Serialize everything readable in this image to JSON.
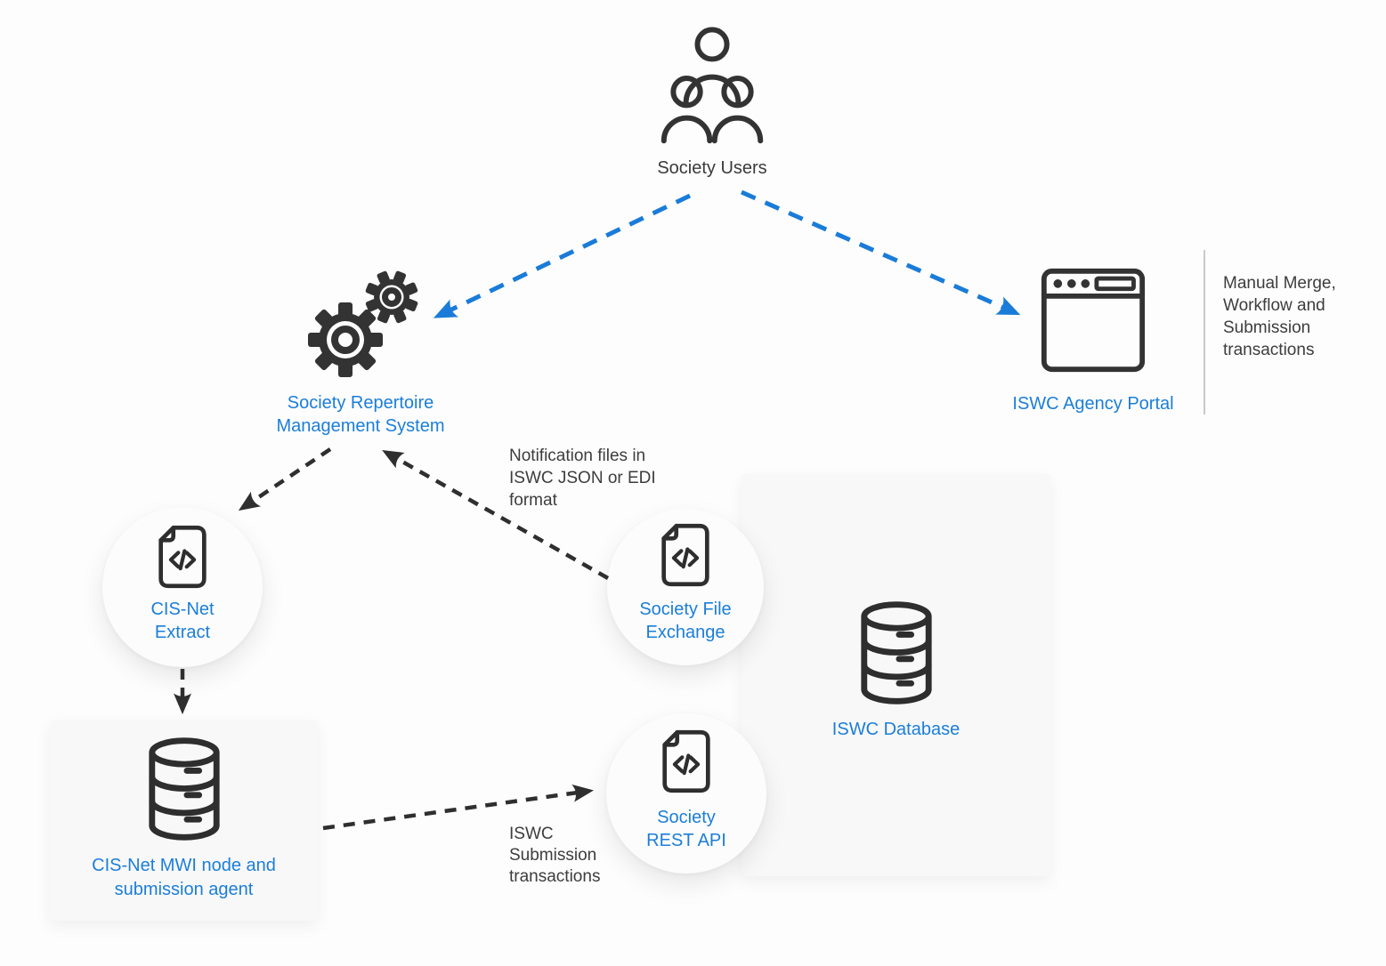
{
  "nodes": {
    "society_users": {
      "icon": "users-icon",
      "lines": [
        "Society Users"
      ]
    },
    "srms": {
      "icon": "gears-icon",
      "lines": [
        "Society Repertoire",
        "Management System"
      ]
    },
    "agency_portal": {
      "icon": "browser-window-icon",
      "lines": [
        "ISWC Agency Portal"
      ]
    },
    "cisnet_extract": {
      "icon": "code-file-icon",
      "lines": [
        "CIS-Net",
        "Extract"
      ]
    },
    "society_file_exchange": {
      "icon": "code-file-icon",
      "lines": [
        "Society File",
        "Exchange"
      ]
    },
    "iswc_database": {
      "icon": "database-icon",
      "lines": [
        "ISWC Database"
      ]
    },
    "cisnet_mwi": {
      "icon": "database-icon",
      "lines": [
        "CIS-Net MWI node and",
        "submission agent"
      ]
    },
    "society_rest_api": {
      "icon": "code-file-icon",
      "lines": [
        "Society",
        "REST API"
      ]
    }
  },
  "annotations": {
    "manual_merge": {
      "lines": [
        "Manual Merge,",
        "Workflow and",
        "Submission",
        "transactions"
      ]
    },
    "notification_files": {
      "lines": [
        "Notification files in",
        "ISWC JSON or EDI",
        "format"
      ]
    },
    "iswc_submission": {
      "lines": [
        "ISWC",
        "Submission",
        "transactions"
      ]
    }
  },
  "edges": [
    {
      "from": "society_users",
      "to": "srms",
      "style": "dashed",
      "color": "blue"
    },
    {
      "from": "society_users",
      "to": "agency_portal",
      "style": "dashed",
      "color": "blue"
    },
    {
      "from": "srms",
      "to": "cisnet_extract",
      "style": "dashed",
      "color": "dark"
    },
    {
      "from": "society_file_exchange",
      "to": "srms",
      "style": "dashed",
      "color": "dark",
      "label": "Notification files in ISWC JSON or EDI format"
    },
    {
      "from": "cisnet_extract",
      "to": "cisnet_mwi",
      "style": "dashed",
      "color": "dark"
    },
    {
      "from": "cisnet_mwi",
      "to": "society_rest_api",
      "style": "dashed",
      "color": "dark",
      "label": "ISWC Submission transactions"
    }
  ],
  "colors": {
    "accent_blue": "#1b7ed9",
    "arrow_blue": "#1a7cd8",
    "arrow_dark": "#2f2f2f",
    "icon_dark": "#333333",
    "text_dark": "#3d3d3d",
    "panel_bg": "#f8f8f8",
    "page_bg": "#fdfdfd",
    "divider_gray": "#c9c9c9"
  }
}
